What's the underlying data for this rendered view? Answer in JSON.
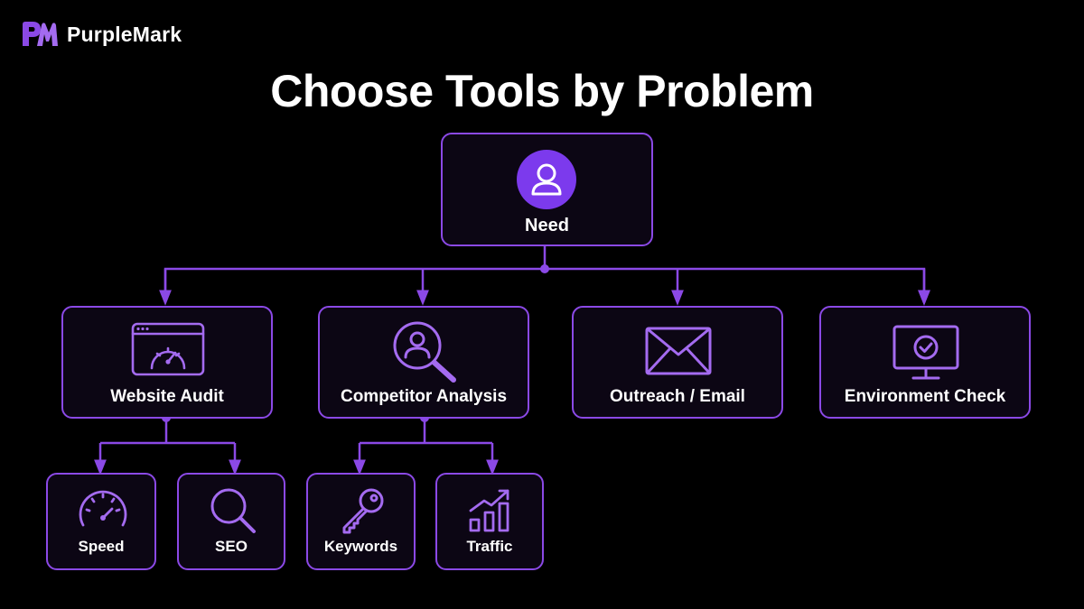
{
  "brand": {
    "logo_icon": "pm-logo-icon",
    "name": "PurpleMark"
  },
  "title": "Choose Tools by Problem",
  "colors": {
    "accent": "#8b49e6",
    "accent_fill": "#7c3aed",
    "background": "#000000",
    "node_fill": "#0c0614",
    "text": "#ffffff"
  },
  "root": {
    "label": "Need",
    "icon": "user-icon"
  },
  "categories": [
    {
      "label": "Website Audit",
      "icon": "browser-gauge-icon"
    },
    {
      "label": "Competitor Analysis",
      "icon": "magnifier-user-icon"
    },
    {
      "label": "Outreach / Email",
      "icon": "envelope-icon"
    },
    {
      "label": "Environment Check",
      "icon": "monitor-check-icon"
    }
  ],
  "subtools": [
    {
      "label": "Speed",
      "icon": "speedometer-icon",
      "parent": "Website Audit"
    },
    {
      "label": "SEO",
      "icon": "search-icon",
      "parent": "Website Audit"
    },
    {
      "label": "Keywords",
      "icon": "key-icon",
      "parent": "Competitor Analysis"
    },
    {
      "label": "Traffic",
      "icon": "growth-chart-icon",
      "parent": "Competitor Analysis"
    }
  ]
}
